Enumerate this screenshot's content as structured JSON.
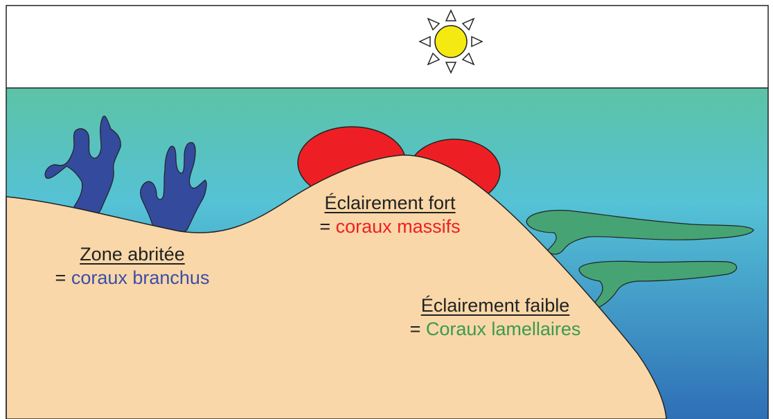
{
  "colors": {
    "sky": "#ffffff",
    "water_top": "#5cc3a6",
    "water_mid": "#55c2d6",
    "water_bottom": "#2e6fb6",
    "sand": "#f9d7a8",
    "branching_coral": "#344a9c",
    "massive_coral": "#ee1f24",
    "lamellar_coral": "#46a374",
    "sun": "#f4ea12",
    "outline": "#222222"
  },
  "icons": [
    "sun-icon"
  ],
  "zones": {
    "sheltered": {
      "title": "Zone abritée",
      "prefix": "= ",
      "coral": "coraux branchus",
      "coral_color": "#3b4fa8"
    },
    "strong_light": {
      "title": "Éclairement fort",
      "prefix": "= ",
      "coral": "coraux massifs",
      "coral_color": "#ee1f24"
    },
    "weak_light": {
      "title": "Éclairement faible",
      "prefix": "= ",
      "coral": "Coraux lamellaires",
      "coral_color": "#3a9a4e"
    }
  }
}
